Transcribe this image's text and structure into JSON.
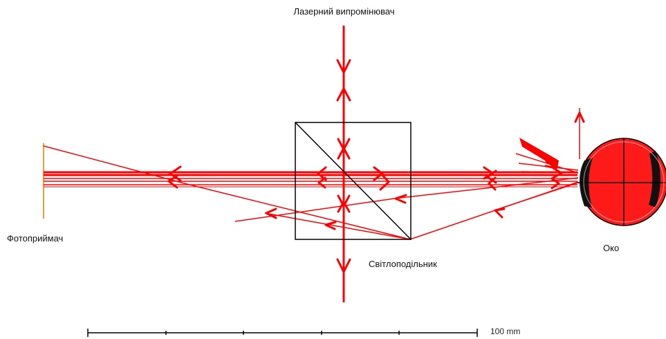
{
  "labels": {
    "laser_emitter": "Лазерний випромінювач",
    "photodetector": "Фотоприймач",
    "beam_splitter": "Світлоподільник",
    "eye": "Око",
    "scale_bar": "100 mm"
  },
  "colors": {
    "ray": "#ff0000",
    "detector": "#f39c33",
    "outline": "#000000"
  }
}
